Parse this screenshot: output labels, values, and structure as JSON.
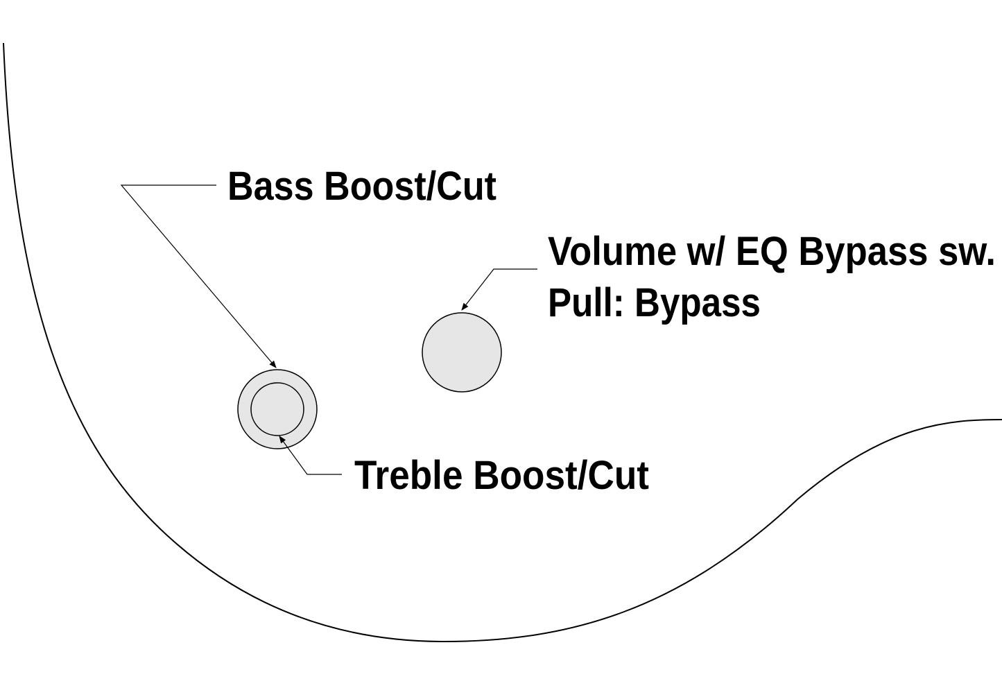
{
  "labels": {
    "bass": "Bass Boost/Cut",
    "volume_line1": "Volume w/ EQ Bypass sw.",
    "volume_line2": "Pull: Bypass",
    "treble": "Treble Boost/Cut"
  },
  "colors": {
    "knob_fill": "#e6e6e6",
    "line": "#000000",
    "background": "#ffffff"
  }
}
